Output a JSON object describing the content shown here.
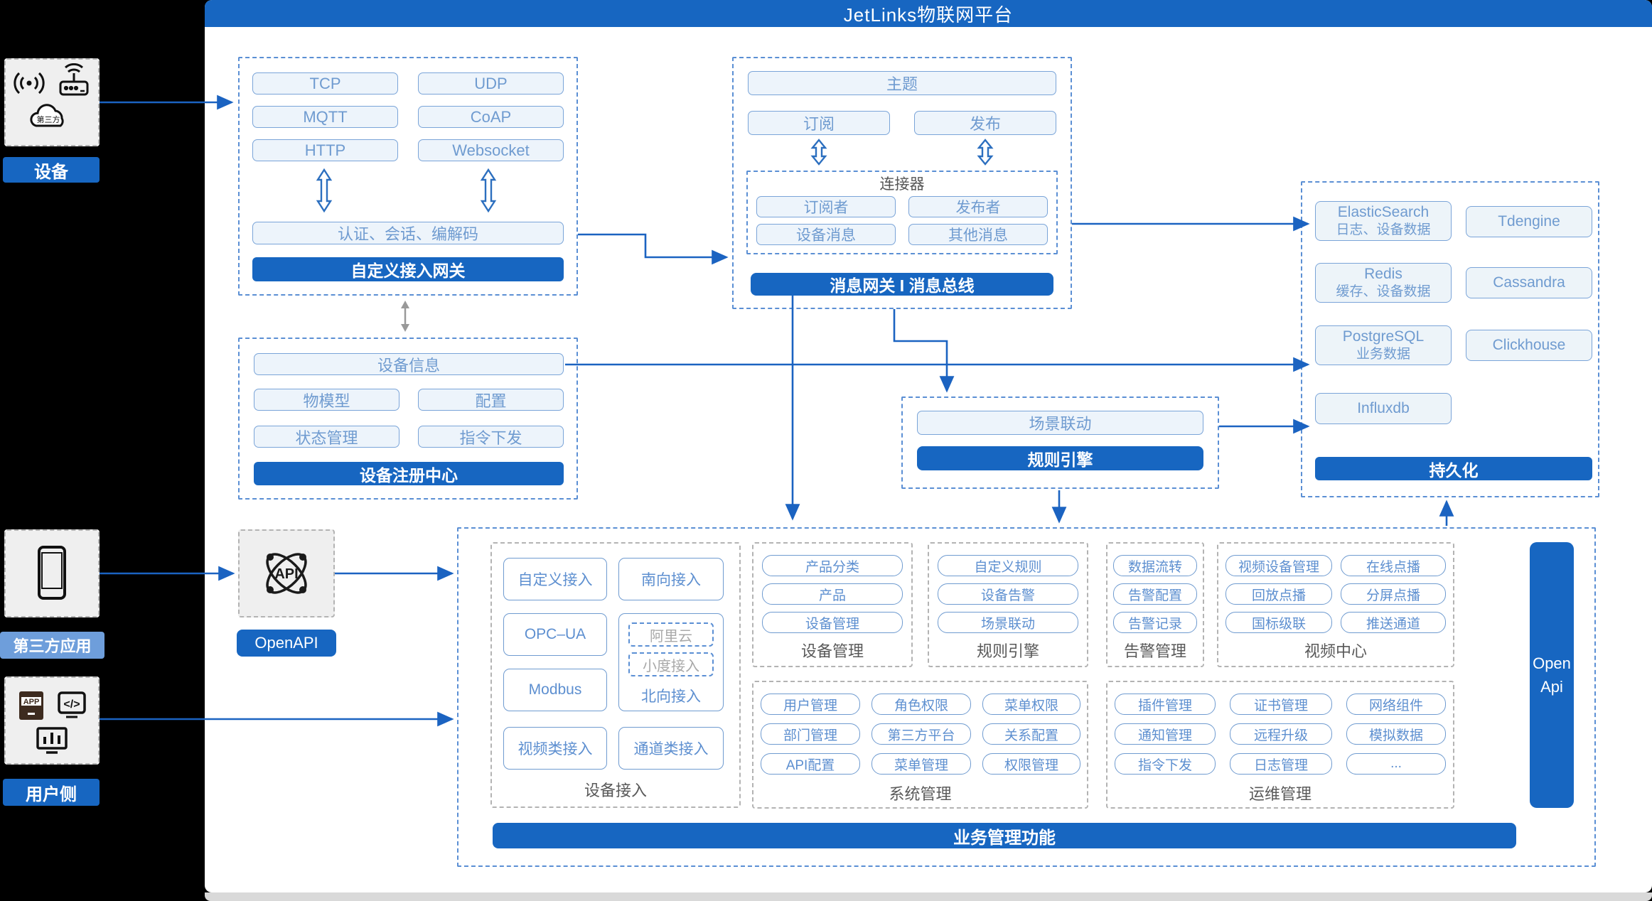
{
  "header": {
    "title": "JetLinks物联网平台"
  },
  "colors": {
    "accent": "#1766c1",
    "light_fill": "#edf4fb",
    "light_border": "#7aa4d8",
    "light_text": "#6f9bd0",
    "dashed_blue": "#5b8fd4",
    "dashed_gray": "#b3b3b3",
    "section_label": "#595959",
    "third_party_bg": "#6e9edb",
    "muted_text": "#a8a8a8",
    "arrow": "#1b63c1",
    "gray_arrow": "#999999",
    "bottom_strip": "#d9d9d9"
  },
  "left": {
    "device": {
      "label": "设备",
      "cloud_text": "第三方"
    },
    "third_party": {
      "label": "第三方应用"
    },
    "user": {
      "label": "用户侧",
      "app_text": "APP",
      "code_text": "</>"
    }
  },
  "openapi": {
    "label": "OpenAPI",
    "icon_text": "API"
  },
  "gateway": {
    "protocols": [
      "TCP",
      "UDP",
      "MQTT",
      "CoAP",
      "HTTP",
      "Websocket"
    ],
    "codec": "认证、会话、编解码",
    "footer": "自定义接入网关"
  },
  "registry": {
    "info": "设备信息",
    "items": [
      "物模型",
      "配置",
      "状态管理",
      "指令下发"
    ],
    "footer": "设备注册中心"
  },
  "bus": {
    "topic": "主题",
    "subscribe": "订阅",
    "publish": "发布",
    "connector_title": "连接器",
    "connector_items": [
      "订阅者",
      "发布者",
      "设备消息",
      "其他消息"
    ],
    "footer": "消息网关 I 消息总线"
  },
  "rule": {
    "scene": "场景联动",
    "footer": "规则引擎"
  },
  "persist": {
    "stores": [
      {
        "name": "ElasticSearch",
        "desc": "日志、设备数据"
      },
      {
        "name": "Tdengine"
      },
      {
        "name": "Redis",
        "desc": "缓存、设备数据"
      },
      {
        "name": "Cassandra"
      },
      {
        "name": "PostgreSQL",
        "desc": "业务数据"
      },
      {
        "name": "Clickhouse"
      },
      {
        "name": "Influxdb"
      }
    ],
    "footer": "持久化"
  },
  "biz": {
    "device_access": {
      "title": "设备接入",
      "buttons": [
        "自定义接入",
        "南向接入",
        "OPC–UA",
        "Modbus",
        "视频类接入",
        "通道类接入"
      ],
      "north_items": [
        "阿里云",
        "小度接入"
      ],
      "north_label": "北向接入"
    },
    "device_mgmt": {
      "title": "设备管理",
      "items": [
        "产品分类",
        "产品",
        "设备管理"
      ]
    },
    "rule_engine": {
      "title": "规则引擎",
      "items": [
        "自定义规则",
        "设备告警",
        "场景联动"
      ]
    },
    "alarm": {
      "title": "告警管理",
      "items": [
        "数据流转",
        "告警配置",
        "告警记录"
      ]
    },
    "video": {
      "title": "视频中心",
      "items": [
        "视频设备管理",
        "在线点播",
        "回放点播",
        "分屏点播",
        "国标级联",
        "推送通道"
      ]
    },
    "system": {
      "title": "系统管理",
      "items": [
        "用户管理",
        "角色权限",
        "菜单权限",
        "部门管理",
        "第三方平台",
        "关系配置",
        "API配置",
        "菜单管理",
        "权限管理"
      ]
    },
    "ops": {
      "title": "运维管理",
      "items": [
        "插件管理",
        "证书管理",
        "网络组件",
        "通知管理",
        "远程升级",
        "模拟数据",
        "指令下发",
        "日志管理",
        "..."
      ]
    },
    "footer": "业务管理功能",
    "open_api": {
      "line1": "Open",
      "line2": "Api"
    }
  }
}
